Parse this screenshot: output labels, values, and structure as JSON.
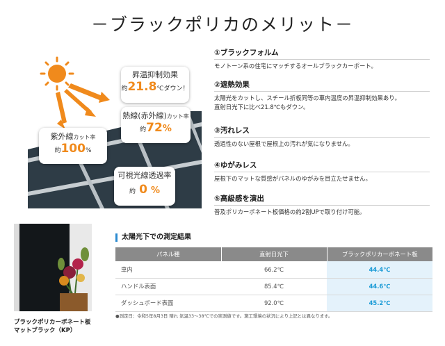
{
  "page": {
    "title": "－ブラックポリカのメリット－"
  },
  "illustration": {
    "temp_bubble": {
      "label": "昇温抑制効果",
      "prefix": "約",
      "value": "21.8",
      "suffix": "℃ダウン！"
    },
    "ir_bubble": {
      "label": "熱線(赤外線)",
      "label_small": "カット率",
      "prefix": "約",
      "value": "72",
      "suffix": "%"
    },
    "uv_bubble": {
      "label": "紫外線",
      "label_small": "カット率",
      "prefix": "約",
      "value": "100",
      "suffix": "%"
    },
    "visible_bubble": {
      "label": "可視光線透過率",
      "prefix": "約",
      "value": "0",
      "suffix": "%"
    },
    "colors": {
      "accent": "#f08a1c",
      "roof": "#2e3c46",
      "frame": "#c7cdd1"
    },
    "icons": [
      "sun-icon",
      "ray-arrow-icon"
    ]
  },
  "merits": [
    {
      "title": "①ブラックフォルム",
      "desc": [
        "モノトーン系の住宅にマッチするオールブラックカーポート。"
      ]
    },
    {
      "title": "②遮熱効果",
      "desc": [
        "太陽光をカットし、スチール折板同等の車内温度の昇温抑制効果あり。",
        "直射日光下に比べ21.8℃もダウン。"
      ]
    },
    {
      "title": "③汚れレス",
      "desc": [
        "透過性のない屋根で屋根上の汚れが気になりません。"
      ]
    },
    {
      "title": "④ゆがみレス",
      "desc": [
        "屋根下のマットな質感がパネルのゆがみを目立たせません。"
      ]
    },
    {
      "title": "⑤高級感を演出",
      "desc": [
        "普及ポリカーボネート板価格の約2割UPで取り付け可能。"
      ]
    }
  ],
  "product": {
    "caption_line1": "ブラックポリカーボネート板",
    "caption_line2": "マットブラック（KP）"
  },
  "table": {
    "title": "太陽光下での測定結果",
    "headers": [
      "パネル種",
      "直射日光下",
      "ブラックポリカーボネート板"
    ],
    "rows": [
      {
        "name": "車内",
        "direct": "66.2℃",
        "poly": "44.4℃"
      },
      {
        "name": "ハンドル表面",
        "direct": "85.4℃",
        "poly": "44.6℃"
      },
      {
        "name": "ダッシュボード表面",
        "direct": "92.0℃",
        "poly": "45.2℃"
      }
    ],
    "note": "●測定日：令和5年8月3日 晴れ 気温33～38℃での実測値です。施工環境の状況により上記とは異なります。",
    "accent": "#1b9bd6"
  }
}
